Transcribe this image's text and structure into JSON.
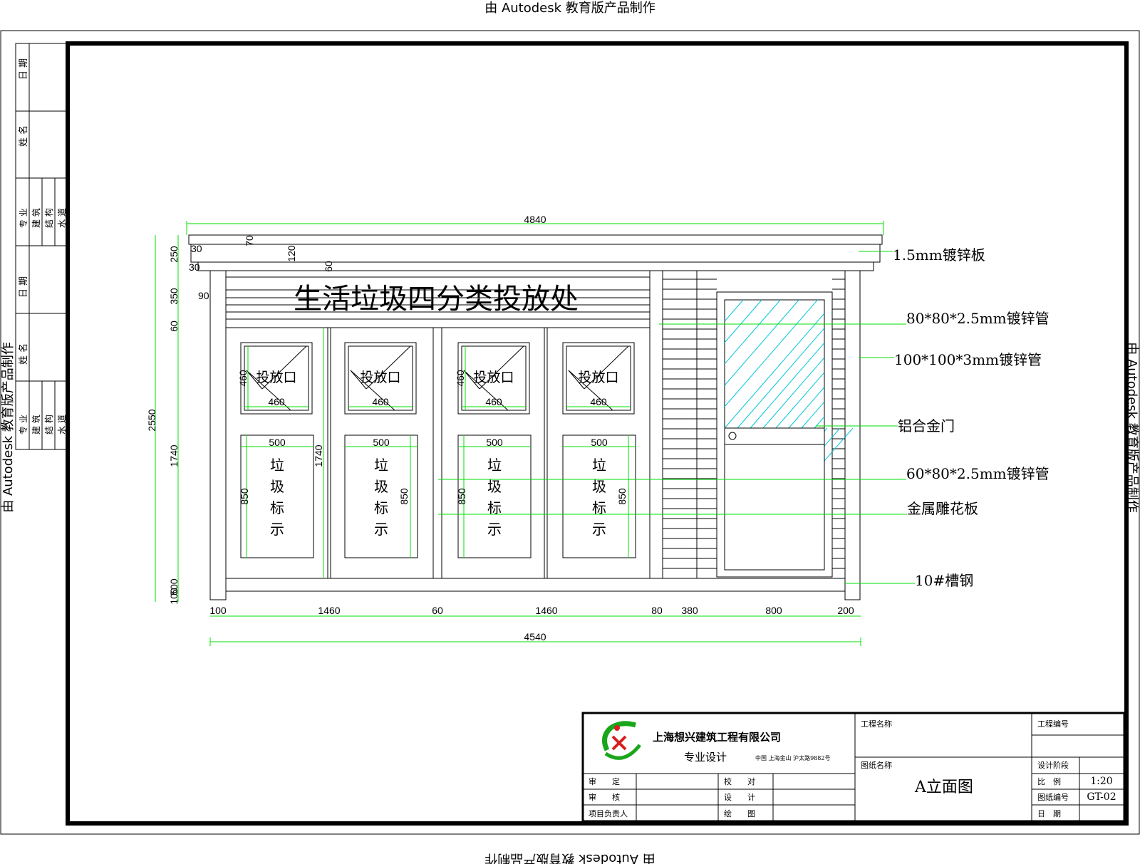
{
  "watermark": {
    "top": "由 Autodesk 教育版产品制作",
    "bottom": "由 Autodesk 教育版产品制作",
    "left": "由 Autodesk 教育版产品制作",
    "right": "由 Autodesk 教育版产品制作"
  },
  "left_signoff": {
    "headers": [
      "日 期",
      "姓 名",
      "专 业"
    ],
    "disciplines": [
      "建 筑",
      "结 构",
      "水 道"
    ]
  },
  "drawing": {
    "sign_title": "生活垃圾四分类投放处",
    "slot_label": "投放口",
    "panel_chars": [
      "垃",
      "圾",
      "标",
      "示"
    ],
    "dims": {
      "top_width": "4840",
      "bottom_width": "4540",
      "total_height": "2550",
      "roof_250": "250",
      "roof_30a": "30",
      "roof_30b": "30",
      "roof_70": "70",
      "roof_120": "120",
      "roof_60": "60",
      "sign_350": "350",
      "sign_90": "90",
      "beam_60": "60",
      "body_1740": "1740",
      "body_1740_inner": "1740",
      "base_500": "500",
      "base_100": "100",
      "slot_w": "460",
      "slot_h": "460",
      "panel_w": "500",
      "panel_h": "850",
      "seg_100": "100",
      "seg_1460a": "1460",
      "seg_60": "60",
      "seg_1460b": "1460",
      "seg_80": "80",
      "seg_380": "380",
      "seg_800": "800",
      "seg_200": "200"
    },
    "callouts": [
      "1.5mm镀锌板",
      "80*80*2.5mm镀锌管",
      "100*100*3mm镀锌管",
      "铝合金门",
      "60*80*2.5mm镀锌管",
      "金属雕花板",
      "10#槽钢"
    ]
  },
  "title_block": {
    "company": "上海想兴建筑工程有限公司",
    "design": "专业设计",
    "address": "中国 上海金山 沪太路9882号",
    "project_name_label": "工程名称",
    "drawing_name_label": "图纸名称",
    "drawing_name": "A立面图",
    "project_no_label": "工程编号",
    "stage_label": "设计阶段",
    "scale_label": "比　例",
    "scale_value": "1:20",
    "sheet_label": "图纸编号",
    "sheet_value": "GT-02",
    "date_label": "日　期",
    "roles": [
      "审　　定",
      "审　　核",
      "项目负责人",
      "校　　对",
      "设　　计",
      "绘　　图"
    ]
  },
  "colors": {
    "line": "#000000",
    "dimension": "#00e000",
    "glass_hatch": "#00c8d8",
    "logo_red": "#d81e1e",
    "logo_green": "#1aa61a"
  }
}
